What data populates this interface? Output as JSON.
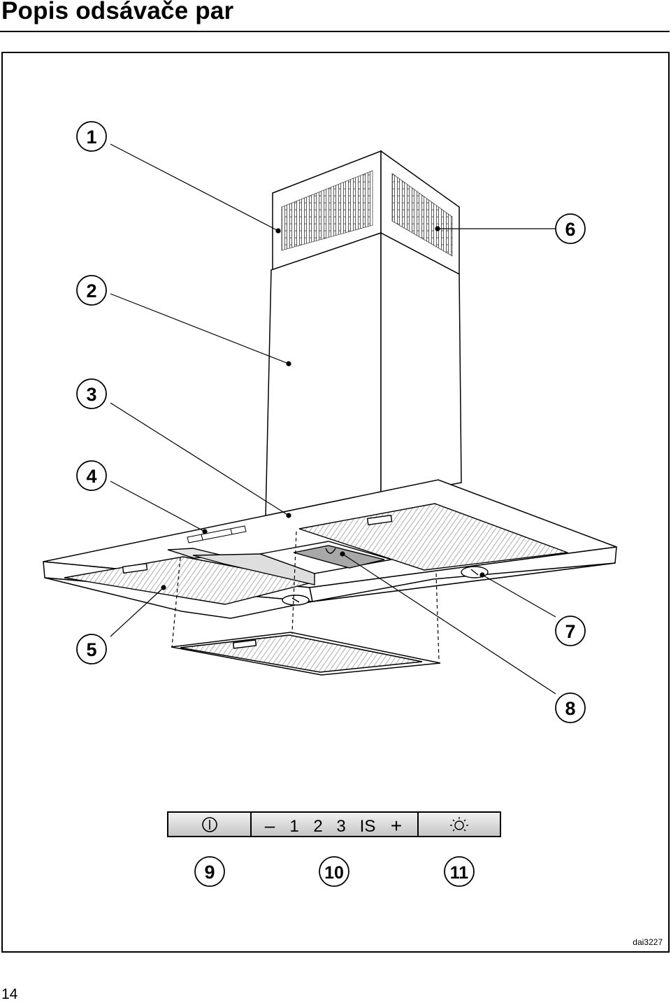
{
  "page": {
    "title": "Popis odsávače par",
    "page_number": "14",
    "figure_code": "dai3227"
  },
  "callouts": [
    "1",
    "2",
    "3",
    "4",
    "5",
    "6",
    "7",
    "8",
    "9",
    "10",
    "11"
  ],
  "control_panel": {
    "power_icon": "power-icon",
    "minus_symbol": "–",
    "speed_1": "1",
    "speed_2": "2",
    "speed_3": "3",
    "intensive": "IS",
    "plus_symbol": "+",
    "light_icon": "light-icon"
  }
}
